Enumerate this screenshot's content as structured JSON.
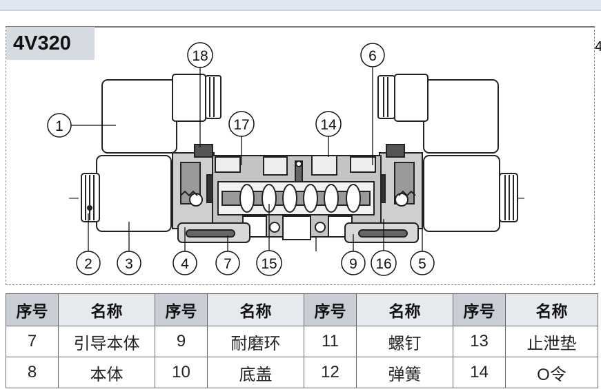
{
  "model": "4V320",
  "callouts": [
    "1",
    "2",
    "3",
    "4",
    "5",
    "6",
    "7",
    "9",
    "14",
    "15",
    "16",
    "17",
    "18"
  ],
  "table": {
    "headers": [
      "序号",
      "名称",
      "序号",
      "名称",
      "序号",
      "名称",
      "序号",
      "名称"
    ],
    "rows": [
      [
        "7",
        "引导本体",
        "9",
        "耐磨环",
        "11",
        "螺钉",
        "13",
        "止泄垫"
      ],
      [
        "8",
        "本体",
        "10",
        "底盖",
        "12",
        "弹簧",
        "14",
        "O令"
      ]
    ]
  }
}
